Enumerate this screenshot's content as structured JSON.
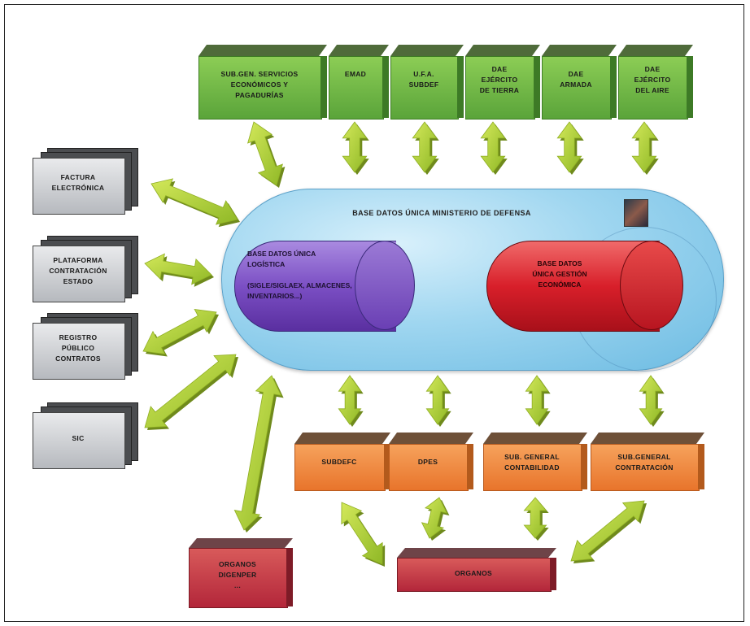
{
  "top_boxes": [
    {
      "text": "SUB.GEN. SERVICIOS\nECONÓMICOS Y\nPAGADURÍAS"
    },
    {
      "text": "EMAD"
    },
    {
      "text": "U.F.A.\nSUBDEF"
    },
    {
      "text": "DAE\nEJÉRCITO\nDE TIERRA"
    },
    {
      "text": "DAE\nARMADA"
    },
    {
      "text": "DAE\nEJÉRCITO\nDEL AIRE"
    }
  ],
  "left_boxes": [
    {
      "text": "FACTURA\nELECTRÓNICA"
    },
    {
      "text": "PLATAFORMA\nCONTRATACIÓN\nESTADO"
    },
    {
      "text": "REGISTRO\nPÚBLICO\nCONTRATOS"
    },
    {
      "text": "SIC"
    }
  ],
  "central": {
    "title": "BASE DATOS ÚNICA MINISTERIO DE DEFENSA",
    "db_logistics": "BASE DATOS ÚNICA\nLOGÍSTICA\n\n(SIGLE/SIGLAEX, ALMACENES,\nINVENTARIOS...)",
    "db_economic": "BASE DATOS\nÚNICA GESTIÓN\nECONÓMICA"
  },
  "bottom_boxes": [
    {
      "text": "SUBDEFC"
    },
    {
      "text": "DPES"
    },
    {
      "text": "SUB. GENERAL\nCONTABILIDAD"
    },
    {
      "text": "SUB.GENERAL\nCONTRATACIÓN"
    }
  ],
  "red_boxes": [
    {
      "text": "ORGANOS\nDIGENPER\n..."
    },
    {
      "text": "ORGANOS"
    }
  ],
  "colors": {
    "green_box": "#6cb544",
    "orange_box": "#f08a3c",
    "red_box": "#c0303f",
    "gray_box": "#c9cbce",
    "arrow": "#b5d334",
    "central_oval": "#8fd0ef",
    "db_logistics": "#7b4fc4",
    "db_economic": "#d81f2a"
  }
}
